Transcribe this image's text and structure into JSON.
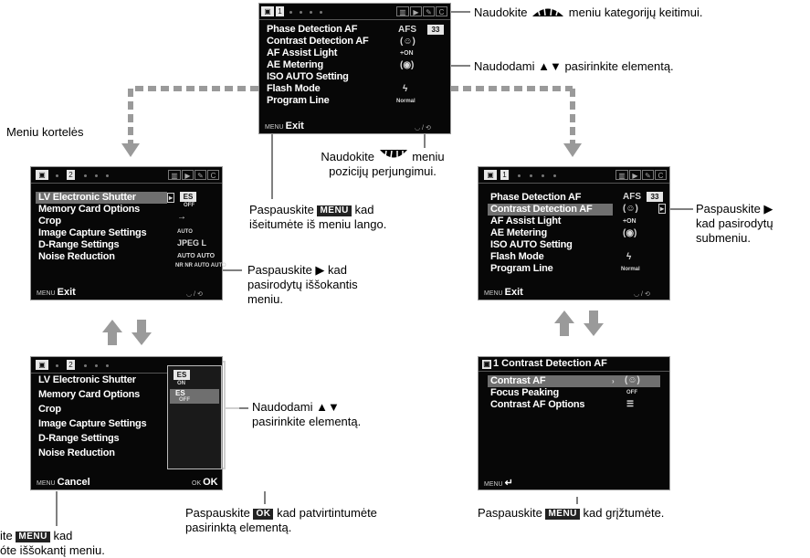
{
  "main_menu": {
    "tab_camera": "▣",
    "tab_number_1": "1",
    "tab_number_2": "2",
    "items": [
      "Phase Detection AF",
      "Contrast Detection AF",
      "AF Assist Light",
      "AE Metering",
      "ISO AUTO Setting",
      "Flash Mode",
      "Program Line"
    ],
    "values": {
      "phase_mode": "AFS",
      "phase_points": "33",
      "contrast_face": "(☺)",
      "af_assist": "+ON",
      "ae_metering": "(◉)",
      "flash_mode": "ϟ",
      "program_line": "Normal"
    },
    "exit_key": "MENU",
    "exit_label": "Exit",
    "dial_hint": "◡ / ⟲"
  },
  "menu_page_2": {
    "items": [
      "LV Electronic Shutter",
      "Memory Card Options",
      "Crop",
      "Image Capture Settings",
      "D-Range Settings",
      "Noise Reduction"
    ],
    "values": {
      "shutter": "ES",
      "shutter_sub": "OFF",
      "card": "→",
      "crop": "AUTO",
      "capture": "JPEG L",
      "drange": "AUTO AUTO",
      "noise": "NR NR AUTO AUTO"
    }
  },
  "popup_screen": {
    "options": [
      {
        "main": "ES",
        "sub": "ON"
      },
      {
        "main": "ES",
        "sub": "OFF"
      }
    ],
    "cancel_key": "MENU",
    "cancel_label": "Cancel",
    "ok_key": "OK",
    "ok_label": "OK"
  },
  "submenu_screen": {
    "title": "1 Contrast Detection AF",
    "items": [
      {
        "label": "Contrast AF",
        "value": "(☺)"
      },
      {
        "label": "Focus Peaking",
        "value": "OFF"
      },
      {
        "label": "Contrast AF Options",
        "value": "☰"
      }
    ],
    "back_key": "MENU",
    "back_icon": "↵"
  },
  "annotations": {
    "category_switch_a": "Naudokite",
    "category_switch_b": "meniu kategorijų keitimui.",
    "select_item_top": "Naudodami ▲▼ pasirinkite elementą.",
    "tabs_label": "Meniu kortelės",
    "dial_a": "Naudokite",
    "dial_b": "meniu",
    "dial_c": "pozicijų perjungimui.",
    "exit_a": "Paspauskite",
    "exit_key": "MENU",
    "exit_b": "kad",
    "exit_c": "išeitumėte iš meniu lango.",
    "popup_a": "Paspauskite ▶ kad",
    "popup_b": "pasirodytų iššokantis",
    "popup_c": "meniu.",
    "submenu_a": "Paspauskite ▶",
    "submenu_b": "kad pasirodytų",
    "submenu_c": "submeniu.",
    "select_item_bottom_a": "Naudodami ▲▼",
    "select_item_bottom_b": "pasirinkite elementą.",
    "cancel_a": "ite",
    "cancel_key": "MENU",
    "cancel_b": "kad",
    "cancel_c": "óte iššokantį meniu.",
    "confirm_a": "Paspauskite",
    "confirm_key": "OK",
    "confirm_b": "kad patvirtintumėte",
    "confirm_c": "pasirinktą elementą.",
    "back_a": "Paspauskite",
    "back_key": "MENU",
    "back_b": "kad grįžtumėte."
  },
  "colors": {
    "screen_bg": "#070707",
    "highlight": "#6f6f6f",
    "arrow": "#999999",
    "text": "#000000"
  }
}
